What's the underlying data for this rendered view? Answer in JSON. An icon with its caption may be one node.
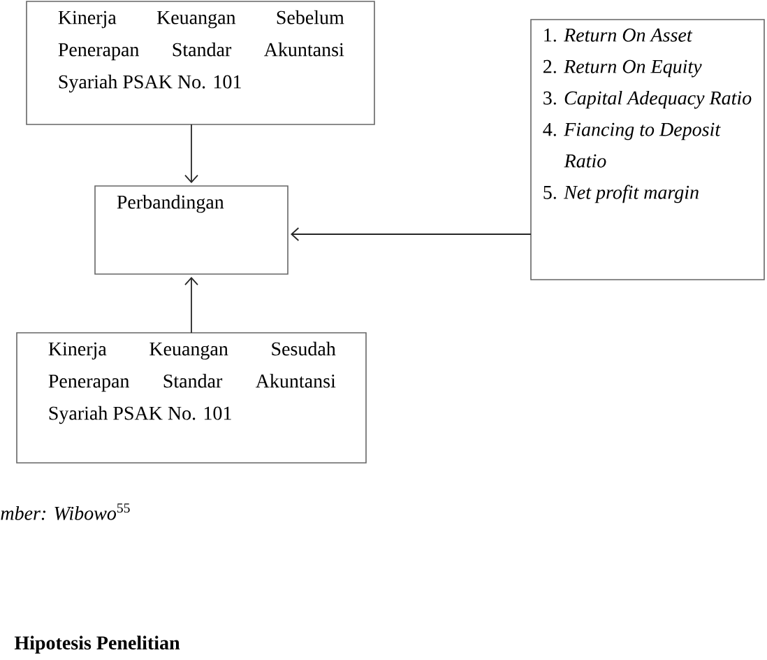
{
  "diagram": {
    "nodes": [
      {
        "text": [
          "Kinerja Keuangan Sebelum Penerapan Standar Akuntansi Syariah PSAK No. 101"
        ]
      },
      {
        "text": [
          "Perbandingan"
        ]
      },
      {
        "text": [
          "1. *Return On Asset*",
          "2. *Return On Equity*",
          "3. *Capital Adequacy Ratio*",
          "4. *Fiancing to Deposit Ratio*",
          "5. *Net profit margin*"
        ]
      },
      {
        "text": [
          "Kinerja Keuangan Sesudah Penerapan Standar Akuntansi Syariah PSAK No. 101"
        ]
      }
    ],
    "edges": [
      {
        "from": 0,
        "to": 1,
        "arrow": "to"
      },
      {
        "from": 2,
        "to": 1,
        "arrow": "to"
      },
      {
        "from": 3,
        "to": 1,
        "arrow": "to"
      }
    ],
    "labels": [
      "*mber: Wibowo*$^{55}$",
      "**Hipotesis Penelitian**"
    ]
  }
}
